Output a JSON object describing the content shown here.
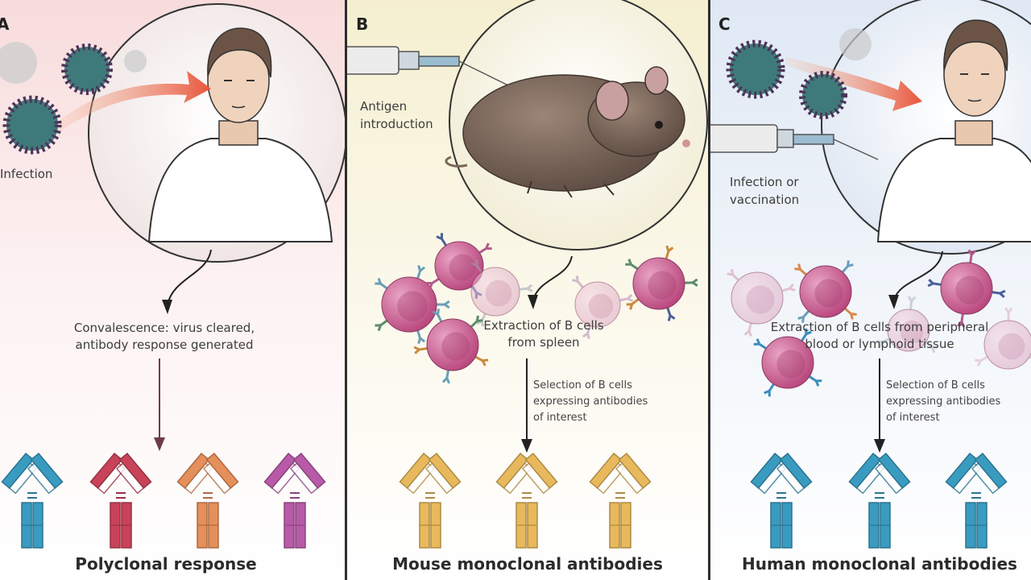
{
  "panels": [
    {
      "letter": "A",
      "intro_label": "Infection",
      "step1_line1": "Convalescence: virus cleared,",
      "step1_line2": "antibody response generated",
      "result": "Polyclonal response"
    },
    {
      "letter": "B",
      "intro_line1": "Antigen",
      "intro_line2": "introduction",
      "step1_line1": "Extraction of B cells",
      "step1_line2": "from spleen",
      "step2_line1": "Selection of B cells",
      "step2_line2": "expressing antibodies",
      "step2_line3": "of interest",
      "result": "Mouse monoclonal antibodies"
    },
    {
      "letter": "C",
      "intro_line1": "Infection or",
      "intro_line2": "vaccination",
      "step1_line1": "Extraction of B cells from peripheral",
      "step1_line2": "blood or lymphoid tissue",
      "step2_line1": "Selection of B cells",
      "step2_line2": "expressing antibodies",
      "step2_line3": "of interest",
      "result": "Human monoclonal antibodies"
    }
  ],
  "colors": {
    "panel_a_bg": "#f9e4e4",
    "panel_b_bg": "#f6f1d5",
    "panel_c_bg": "#e3ebf6",
    "arrow_red": "#e8643a",
    "virus_body": "#3f7a7a",
    "virus_spike": "#4b3358",
    "b_cell": "#c8578a",
    "antibody_blue": "#3a9bc0",
    "antibody_red": "#c8435a",
    "antibody_orange": "#e58f5a",
    "antibody_purple": "#b85aa8",
    "antibody_yellow": "#e8b95c",
    "divider": "#2e2e2e"
  }
}
